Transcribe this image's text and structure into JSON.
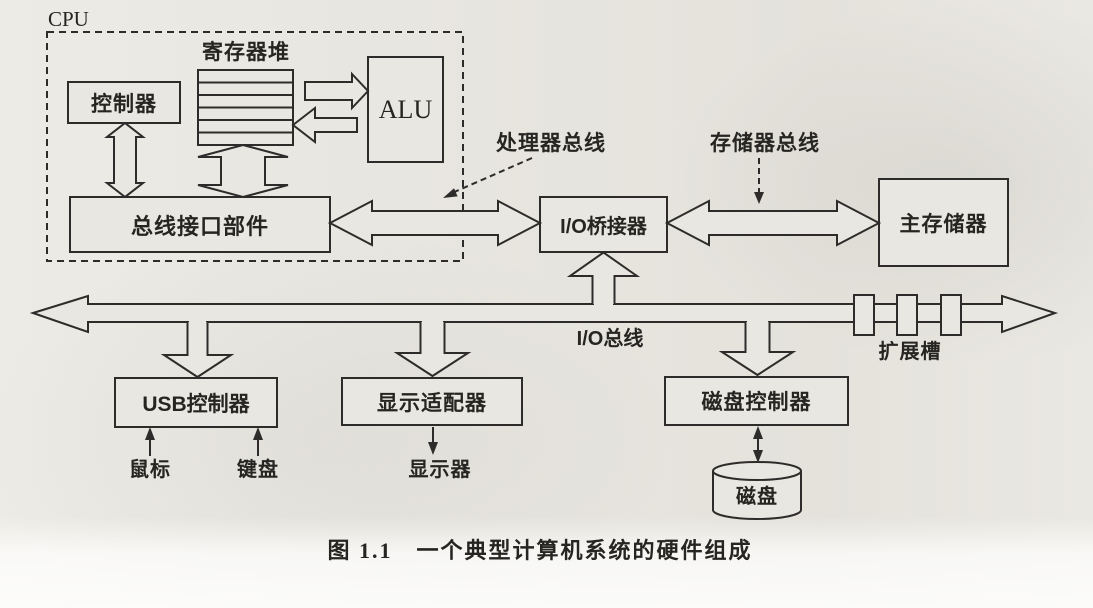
{
  "figure": {
    "caption": "图 1.1　一个典型计算机系统的硬件组成"
  },
  "cpu": {
    "label": "CPU",
    "controller": "控制器",
    "register_file": "寄存器堆",
    "alu": "ALU",
    "bus_interface": "总线接口部件"
  },
  "buses": {
    "processor_bus": "处理器总线",
    "memory_bus": "存储器总线",
    "io_bus": "I/O总线"
  },
  "components": {
    "io_bridge": "I/O桥接器",
    "main_memory": "主存储器",
    "usb_controller": "USB控制器",
    "display_adapter": "显示适配器",
    "disk_controller": "磁盘控制器",
    "expansion_slots": "扩展槽"
  },
  "peripherals": {
    "mouse": "鼠标",
    "keyboard": "键盘",
    "display": "显示器",
    "disk": "磁盘"
  },
  "colors": {
    "ink": "#2d2c2a",
    "paper": "#e9e7e1"
  }
}
